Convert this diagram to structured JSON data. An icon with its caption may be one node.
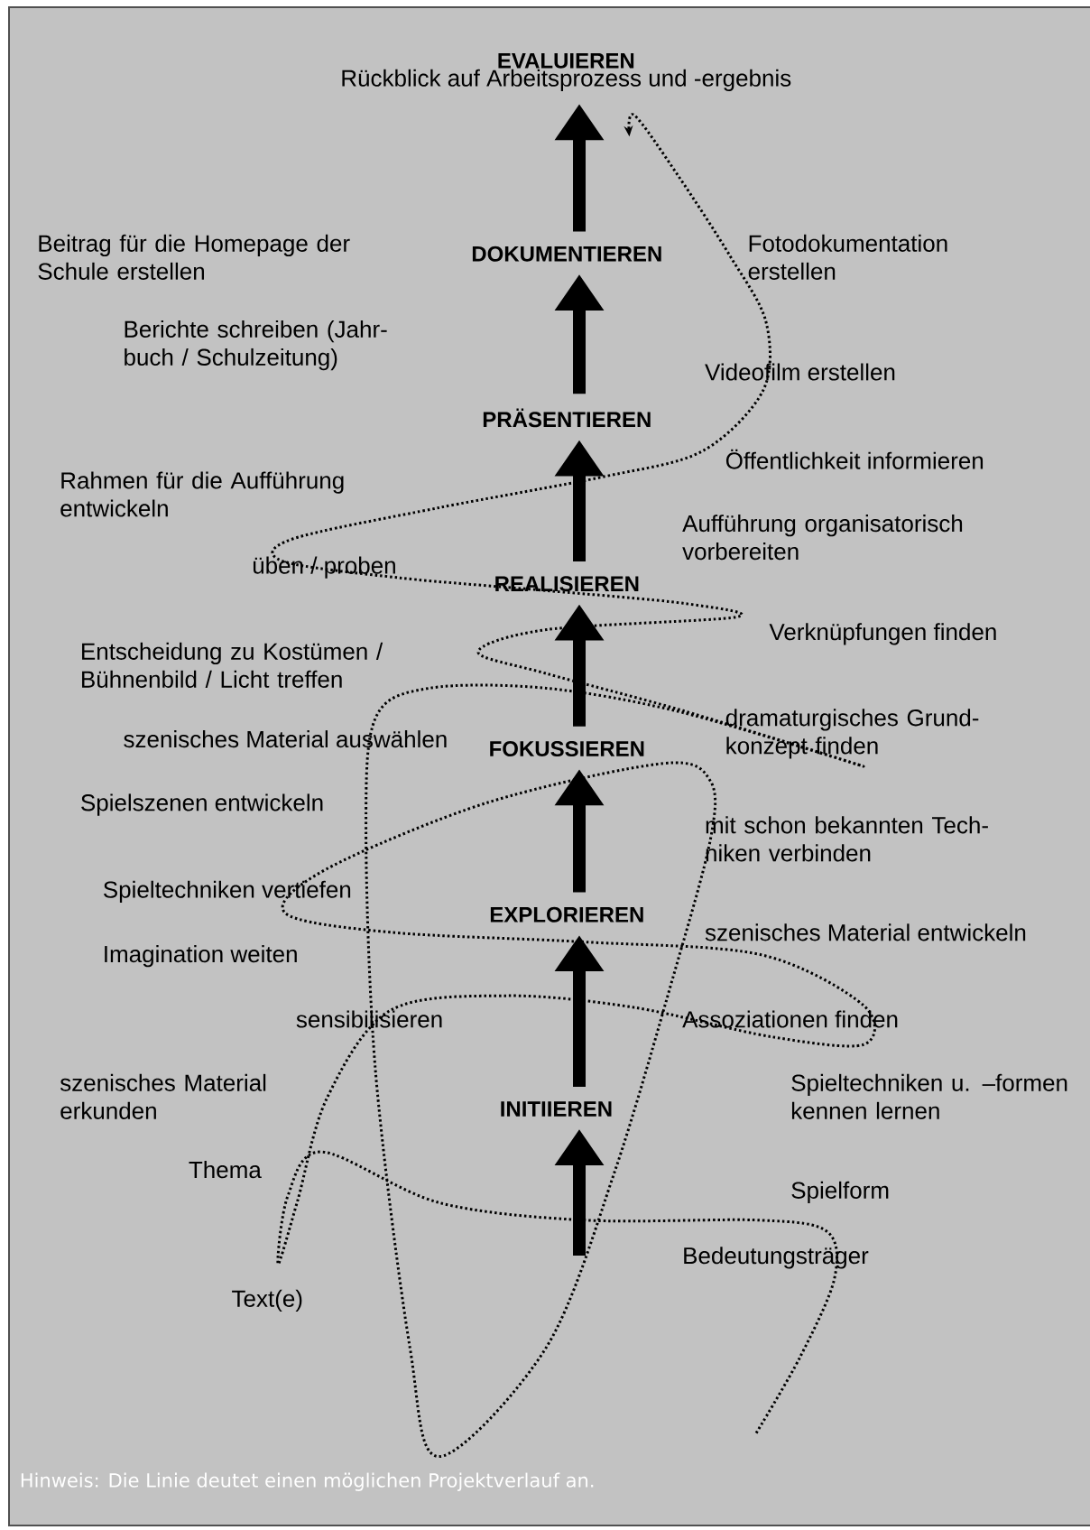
{
  "diagram": {
    "nodes": [
      {
        "text": [
          "EVALUIEREN",
          "Rückblick auf Arbeitsprozess und -ergebnis"
        ]
      },
      {
        "text": [
          "DOKUMENTIEREN"
        ]
      },
      {
        "text": [
          "PRÄSENTIEREN"
        ]
      },
      {
        "text": [
          "REALISIEREN"
        ]
      },
      {
        "text": [
          "FOKUSSIEREN"
        ]
      },
      {
        "text": [
          "EXPLORIEREN"
        ]
      },
      {
        "text": [
          "INITIIEREN"
        ]
      }
    ],
    "edges": [
      {
        "from": 1,
        "to": 0,
        "arrow": "to"
      },
      {
        "from": 2,
        "to": 1,
        "arrow": "to"
      },
      {
        "from": 3,
        "to": 2,
        "arrow": "to"
      },
      {
        "from": 4,
        "to": 3,
        "arrow": "to"
      },
      {
        "from": 5,
        "to": 4,
        "arrow": "to"
      },
      {
        "from": 6,
        "to": 5,
        "arrow": "to"
      },
      {
        "from": null,
        "to": 6,
        "arrow": "to"
      }
    ],
    "labels": [
      "Beitrag für die Homepage der Schule erstellen",
      "Fotodokumentation erstellen",
      "Berichte schreiben (Jahr- buch / Schulzeitung)",
      "Videofilm erstellen",
      "Öffentlichkeit informieren",
      "Rahmen für die Aufführung entwickeln",
      "Aufführung organisatorisch vorbereiten",
      "üben / proben",
      "Verknüpfungen finden",
      "Entscheidung zu Kostümen / Bühnenbild / Licht treffen",
      "dramaturgisches Grund- konzept finden",
      "szenisches Material auswählen",
      "Spielszenen entwickeln",
      "mit schon bekannten Tech- niken verbinden",
      "Spieltechniken vertiefen",
      "szenisches Material entwickeln",
      "Imagination weiten",
      "sensibilisieren",
      "Assoziationen finden",
      "szenisches Material erkunden",
      "Spieltechniken u. –formen kennen lernen",
      "Thema",
      "Spielform",
      "Bedeutungsträger",
      "Text(e)"
    ],
    "caption": "Hinweis: Die Linie deutet einen möglichen Projektverlauf an."
  }
}
